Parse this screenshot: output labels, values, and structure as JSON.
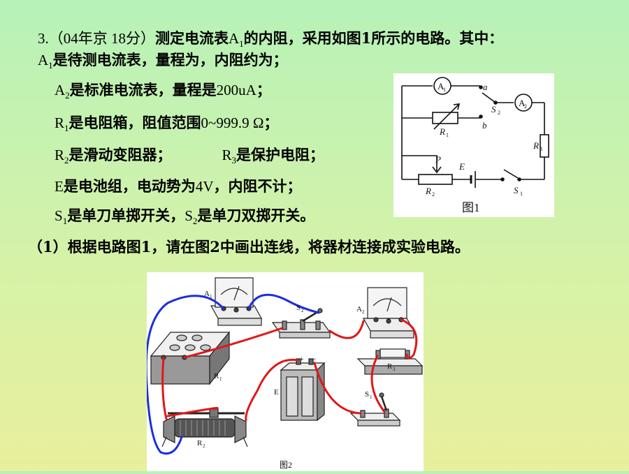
{
  "problem": {
    "number": "3.",
    "source": "（04年京 18分）",
    "title_text": "测定电流表",
    "title_sym": "A",
    "title_sub": "1",
    "title_rest": "的内阻，采用如图1所示的电路。其中：",
    "line2_sym": "A",
    "line2_sub": "1",
    "line2_rest": "是待测电流表，量程为，内阻约为；",
    "items": {
      "a2": {
        "sym": "A",
        "sub": "2",
        "text": "是标准电流表，量程是",
        "val": "200uA",
        "end": "；"
      },
      "r1": {
        "sym": "R",
        "sub": "1",
        "text": "是电阻箱，阻值范围",
        "val": "0~999.9 Ω",
        "end": "；"
      },
      "r2": {
        "sym": "R",
        "sub": "2",
        "text": "是滑动变阻器；"
      },
      "r3": {
        "sym": "R",
        "sub": "3",
        "text": "是保护电阻；"
      },
      "e": {
        "sym": "E",
        "text": "是电池组，电动势为",
        "val": "4V",
        "end": "，内阻不计；"
      },
      "s": {
        "sym1": "S",
        "sub1": "1",
        "text1": "是单刀单掷开关，",
        "sym2": "S",
        "sub2": "2",
        "text2": "是单刀双掷开关。"
      }
    },
    "question": "（1）根据电路图1，请在图2中画出连线，将器材连接成实验电路。"
  },
  "figure1": {
    "caption": "图1",
    "labels": {
      "a1": "A",
      "a1_sub": "1",
      "a2": "A",
      "a2_sub": "2",
      "a": "a",
      "b": "b",
      "s2": "S",
      "s2_sub": "2",
      "r1": "R",
      "r1_sub": "1",
      "r3": "R",
      "r3_sub": "3",
      "p": "P",
      "e": "E",
      "r2": "R",
      "r2_sub": "2",
      "s1": "S",
      "s1_sub": "1"
    }
  },
  "figure2": {
    "caption": "图2",
    "labels": {
      "a1": "A",
      "a1_sub": "1",
      "s2": "S",
      "s2_sub": "2",
      "a2": "A",
      "a2_sub": "2",
      "r1": "R",
      "r1_sub": "1",
      "r3": "R",
      "r3_sub": "3",
      "e": "E",
      "s1": "S",
      "s1_sub": "1",
      "r2": "R",
      "r2_sub": "2",
      "plus": "+",
      "minus": "−"
    }
  },
  "colors": {
    "red_wire": "#e01818",
    "blue_wire": "#1a2ee0"
  }
}
